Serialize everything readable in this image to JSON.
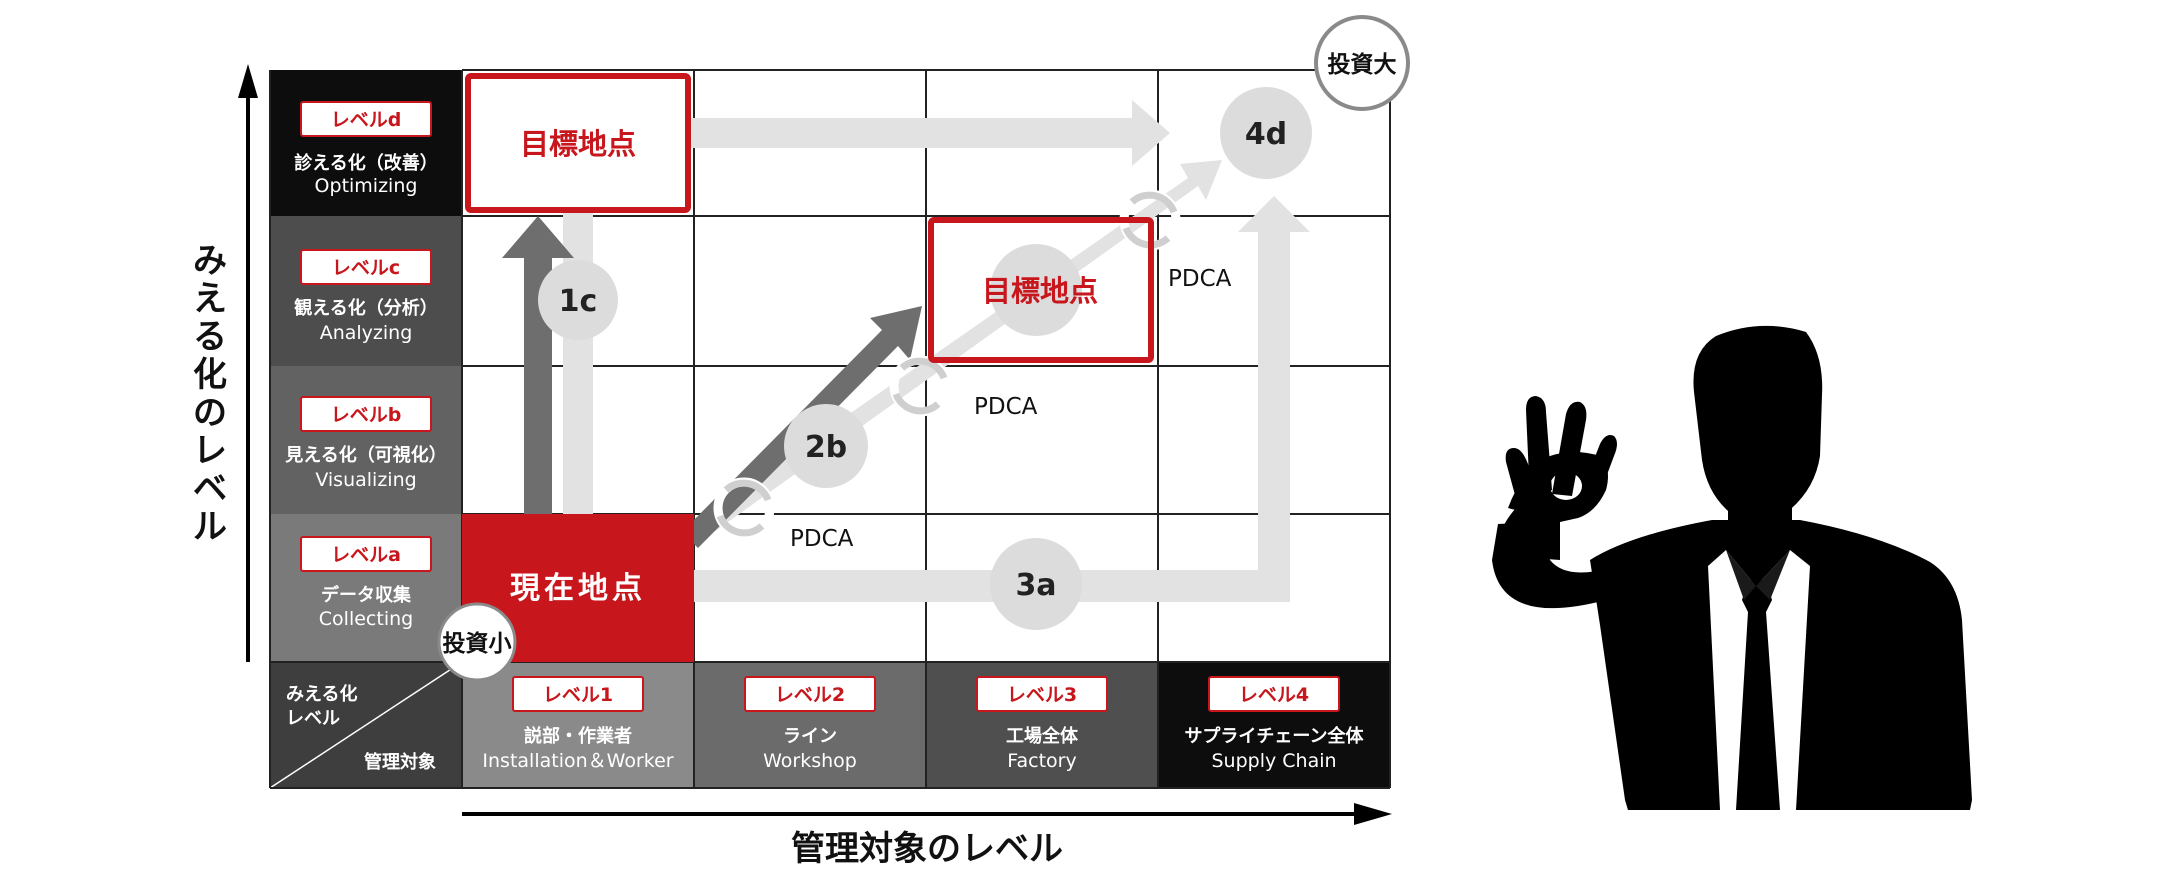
{
  "axes": {
    "y_title": "みえる化のレベル",
    "x_title": "管理対象のレベル"
  },
  "rows": [
    {
      "badge": "レベルd",
      "jp": "診える化（改善）",
      "en": "Optimizing",
      "fill": "#0d0d0d"
    },
    {
      "badge": "レベルc",
      "jp": "観える化（分析）",
      "en": "Analyzing",
      "fill": "#4d4d4d"
    },
    {
      "badge": "レベルb",
      "jp": "見える化（可視化）",
      "en": "Visualizing",
      "fill": "#626262"
    },
    {
      "badge": "レベルa",
      "jp": "データ収集",
      "en": "Collecting",
      "fill": "#7a7a7a"
    }
  ],
  "columns": [
    {
      "badge": "レベル1",
      "jp": "説部・作業者",
      "en": "Installation＆Worker",
      "fill": "#8a8a8a"
    },
    {
      "badge": "レベル2",
      "jp": "ライン",
      "en": "Workshop",
      "fill": "#6b6b6b"
    },
    {
      "badge": "レベル3",
      "jp": "工場全体",
      "en": "Factory",
      "fill": "#4f4f4f"
    },
    {
      "badge": "レベル4",
      "jp": "サプライチェーン全体",
      "en": "Supply Chain",
      "fill": "#0d0d0d"
    }
  ],
  "corner": {
    "top": "みえる化\nレベル",
    "top_line1": "みえる化",
    "top_line2": "レベル",
    "bottom": "管理対象"
  },
  "current_point": "現在地点",
  "targets": [
    "目標地点",
    "目標地点"
  ],
  "stages": [
    "1c",
    "2b",
    "3a",
    "4d"
  ],
  "pdca": [
    "PDCA",
    "PDCA",
    "PDCA"
  ],
  "investment": {
    "small": "投資小",
    "large": "投資大"
  },
  "colors": {
    "accent_red": "#c8161d",
    "light_arrow": "#e2e2e2",
    "dark_arrow": "#6e6e6e",
    "stage_circle": "#dcdcdc"
  },
  "icons": [
    "pdca-cycle-icon",
    "businessman-ok-sign-icon"
  ]
}
